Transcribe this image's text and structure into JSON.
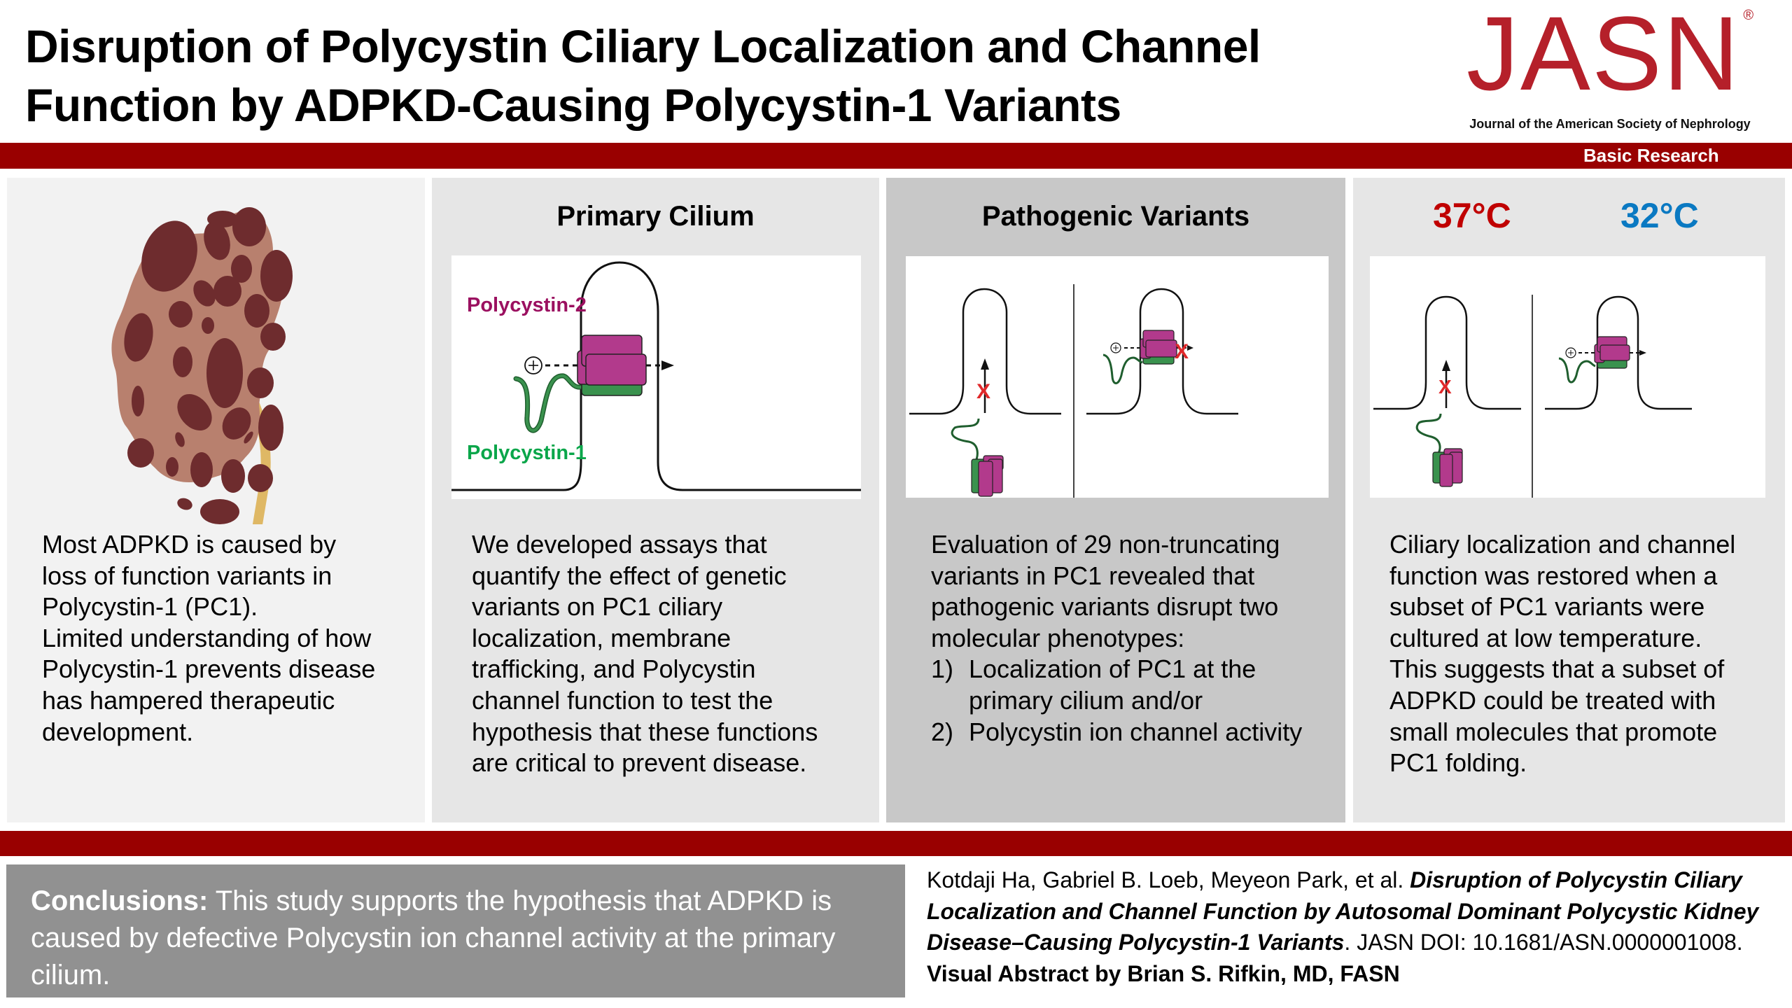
{
  "header": {
    "title_line1": "Disruption of Polycystin Ciliary Localization and Channel",
    "title_line2": "Function by ADPKD-Causing Polycystin-1 Variants",
    "logo_text": "JASN",
    "logo_registered": "®",
    "logo_subtitle": "Journal of the American Society of Nephrology",
    "category": "Basic Research"
  },
  "colors": {
    "brand_red": "#990000",
    "logo_red": "#b5202a",
    "pc1_green": "#3a924e",
    "pc1_label_green": "#0aa64a",
    "pc2_magenta": "#b23a8c",
    "pc2_label_magenta": "#9b1060",
    "x_mark_red": "#e0282a",
    "temp_warm": "#c00000",
    "temp_cool": "#0a79c2",
    "kidney_tissue": "#b8806e",
    "kidney_cyst": "#6e2c2e",
    "ureter": "#dfb865"
  },
  "panels": [
    {
      "id": "background",
      "heading": "",
      "illustration": "polycystic-kidney",
      "text_lines": [
        "Most ADPKD is caused by",
        "loss of function variants in",
        "Polycystin-1 (PC1).",
        "Limited understanding of how",
        "Polycystin-1 prevents disease",
        "has hampered therapeutic",
        "development."
      ]
    },
    {
      "id": "methods",
      "heading": "Primary Cilium",
      "label_pc2": "Polycystin-2",
      "label_pc1": "Polycystin-1",
      "cation_symbol": "⊕",
      "text_lines": [
        "We developed assays that",
        "quantify the effect of genetic",
        "variants on PC1 ciliary",
        "localization, membrane",
        "trafficking, and Polycystin",
        "channel function to test the",
        "hypothesis that these functions",
        "are critical to prevent disease."
      ]
    },
    {
      "id": "results",
      "heading": "Pathogenic Variants",
      "x_mark": "X",
      "cation_symbol": "⊕",
      "text_lines": [
        "Evaluation of 29 non-truncating",
        "variants in PC1 revealed that",
        "pathogenic variants disrupt two",
        "molecular phenotypes:"
      ],
      "phenotypes": [
        {
          "num": "1)",
          "line1": "Localization of PC1 at the",
          "line2": "primary cilium and/or"
        },
        {
          "num": "2)",
          "line1": "Polycystin ion channel activity",
          "line2": ""
        }
      ]
    },
    {
      "id": "rescue",
      "heading_warm": "37°C",
      "heading_cool": "32°C",
      "x_mark": "X",
      "cation_symbol": "⊕",
      "text_lines": [
        "Ciliary localization and channel",
        "function was restored when a",
        "subset of PC1 variants were",
        "cultured at low temperature.",
        "This suggests that a subset of",
        "ADPKD could be treated with",
        "small molecules that promote",
        "PC1 folding."
      ]
    }
  ],
  "conclusion": {
    "label": "Conclusions:",
    "text": " This study supports the hypothesis that ADPKD is caused by defective Polycystin ion channel activity at the primary cilium."
  },
  "citation": {
    "authors": "Kotdaji Ha, Gabriel B. Loeb, Meyeon Park, et al. ",
    "article_title": "Disruption of Polycystin Ciliary Localization and Channel Function by Autosomal Dominant Polycystic Kidney Disease–Causing Polycystin-1 Variants",
    "journal_doi": ". JASN DOI: 10.1681/ASN.0000001008. ",
    "credit": "Visual Abstract by Brian S. Rifkin, MD, FASN"
  }
}
